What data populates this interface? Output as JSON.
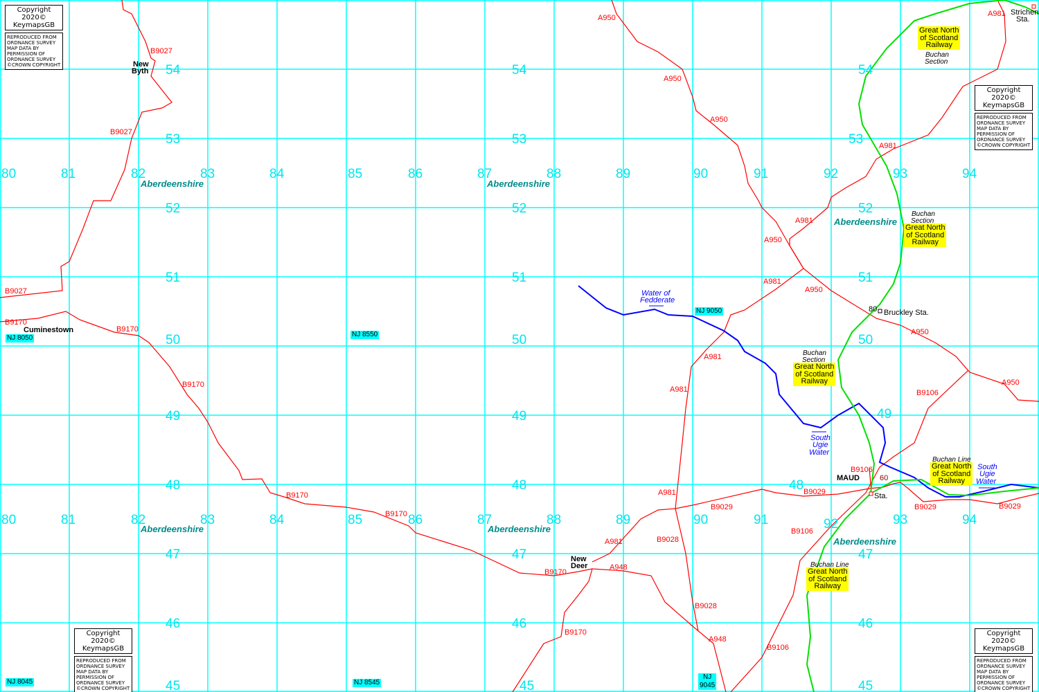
{
  "map": {
    "eastings": [
      "80",
      "81",
      "82",
      "83",
      "84",
      "85",
      "86",
      "87",
      "88",
      "89",
      "90",
      "91",
      "92",
      "93",
      "94"
    ],
    "northings": [
      "54",
      "53",
      "52",
      "51",
      "50",
      "49",
      "48",
      "47",
      "46",
      "45"
    ],
    "county": "Aberdeenshire",
    "towns": {
      "new_byth": [
        "New",
        "Byth"
      ],
      "cuminestown": "Cuminestown",
      "new_deer": [
        "New",
        "Deer"
      ],
      "maud": "MAUD",
      "strichen": [
        "Strichen",
        "Sta."
      ],
      "brucklay": "Bruckley Sta.",
      "maud_sta": "Sta."
    },
    "roads": {
      "b9027": "B9027",
      "b9170": "B9170",
      "a950": "A950",
      "a981": "A981",
      "a948": "A948",
      "b9028": "B9028",
      "b9029": "B9029",
      "b9106": "B9106"
    },
    "heights": {
      "h80": "80",
      "h60": "60"
    },
    "water": {
      "fedderate": [
        "Water of",
        "Fedderate"
      ],
      "ugie": [
        "South",
        "Ugie",
        "Water"
      ]
    },
    "railway": {
      "name": [
        "Great North",
        "of Scotland",
        "Railway"
      ],
      "buchan_section": [
        "Buchan",
        "Section"
      ],
      "buchan_line": "Buchan Line"
    },
    "grid_refs": {
      "nj8050": "NJ 8050",
      "nj8550": "NJ 8550",
      "nj9050": "NJ 9050",
      "nj8045": "NJ 8045",
      "nj8545": "NJ 8545",
      "nj9045": [
        "NJ",
        "9045"
      ]
    },
    "copyright": {
      "line1": "Copyright 2020©",
      "line2": "KeymapsGB",
      "notice": [
        "REPRODUCED FROM",
        "ORDNANCE SURVEY",
        "MAP DATA BY",
        "PERMISSION OF",
        "ORDNANCE SURVEY",
        "©CROWN COPYRIGHT"
      ]
    },
    "colors": {
      "grid": "#00ffff",
      "road": "#ff0000",
      "rail": "#00e000",
      "river": "#0000ff",
      "county": "#008b8b",
      "railway_label": "#ffff00"
    }
  }
}
